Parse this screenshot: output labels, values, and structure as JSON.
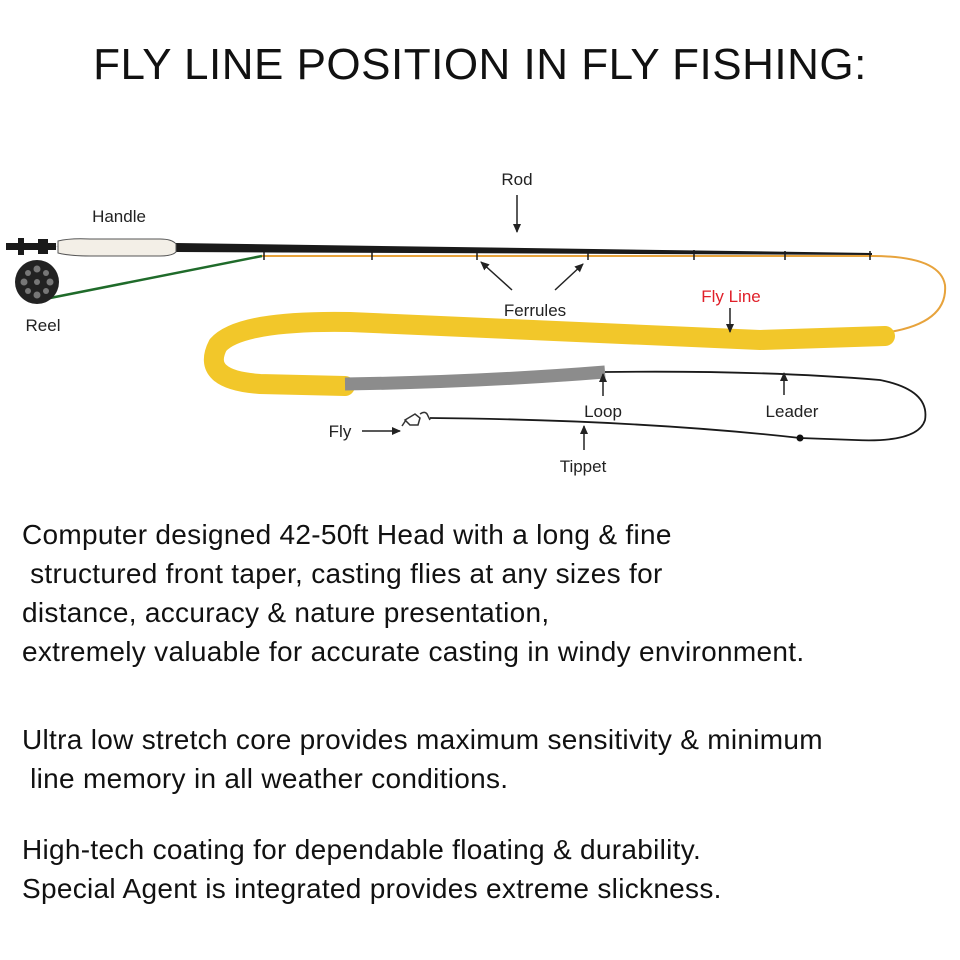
{
  "title": "FLY LINE POSITION IN FLY FISHING:",
  "diagram": {
    "labels": {
      "rod": "Rod",
      "handle": "Handle",
      "reel": "Reel",
      "ferrules": "Ferrules",
      "fly_line": "Fly Line",
      "loop": "Loop",
      "leader": "Leader",
      "fly": "Fly",
      "tippet": "Tippet"
    },
    "colors": {
      "fly_line": "#f2c72a",
      "running_line": "#e7a33c",
      "backing": "#1f6b2a",
      "rod": "#1a1a1a",
      "leader_section": "#8c8c8c",
      "fly_line_label": "#e0202a"
    }
  },
  "paragraphs": [
    {
      "lines": [
        "Computer designed 42-50ft Head with a long & fine",
        " structured front taper, casting flies at any sizes for",
        "distance, accuracy & nature presentation,",
        "extremely valuable for accurate casting in windy environment."
      ]
    },
    {
      "lines": [
        "Ultra low stretch core provides maximum sensitivity & minimum",
        " line memory in all weather conditions."
      ]
    },
    {
      "lines": [
        "High-tech coating for dependable floating & durability.",
        "Special Agent is integrated provides extreme slickness."
      ]
    }
  ]
}
